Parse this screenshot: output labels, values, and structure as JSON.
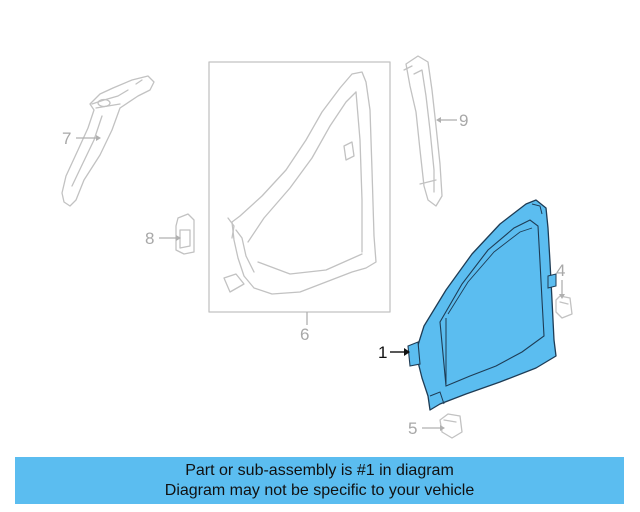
{
  "diagram": {
    "callouts": {
      "one": "1",
      "four": "4",
      "five": "5",
      "six": "6",
      "seven": "7",
      "eight": "8",
      "nine": "9"
    },
    "highlight_color": "#5bbdf0",
    "outline_color": "#c2c2c2"
  },
  "banner": {
    "line1": "Part or sub-assembly is #1 in diagram",
    "line2": "Diagram may not be specific to your vehicle",
    "background": "#5bbdf0"
  }
}
